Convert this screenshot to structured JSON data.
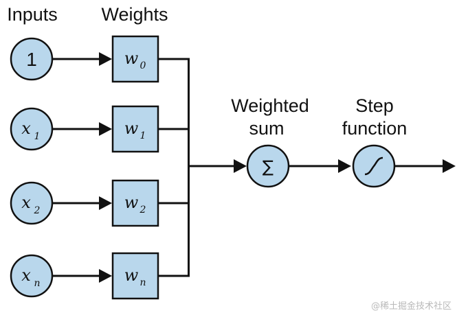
{
  "headers": {
    "inputs": "Inputs",
    "weights": "Weights",
    "weighted_sum_line1": "Weighted",
    "weighted_sum_line2": "sum",
    "step_line1": "Step",
    "step_line2": "function"
  },
  "inputs": [
    {
      "main": "1",
      "sub": ""
    },
    {
      "main": "x",
      "sub": "1"
    },
    {
      "main": "x",
      "sub": "2"
    },
    {
      "main": "x",
      "sub": "n"
    }
  ],
  "weights": [
    {
      "main": "w",
      "sub": "0"
    },
    {
      "main": "w",
      "sub": "1"
    },
    {
      "main": "w",
      "sub": "2"
    },
    {
      "main": "w",
      "sub": "n"
    }
  ],
  "sum_symbol": "∑",
  "watermark": "@稀土掘金技术社区",
  "colors": {
    "node_fill": "#b9d7ec",
    "stroke": "#111111"
  }
}
